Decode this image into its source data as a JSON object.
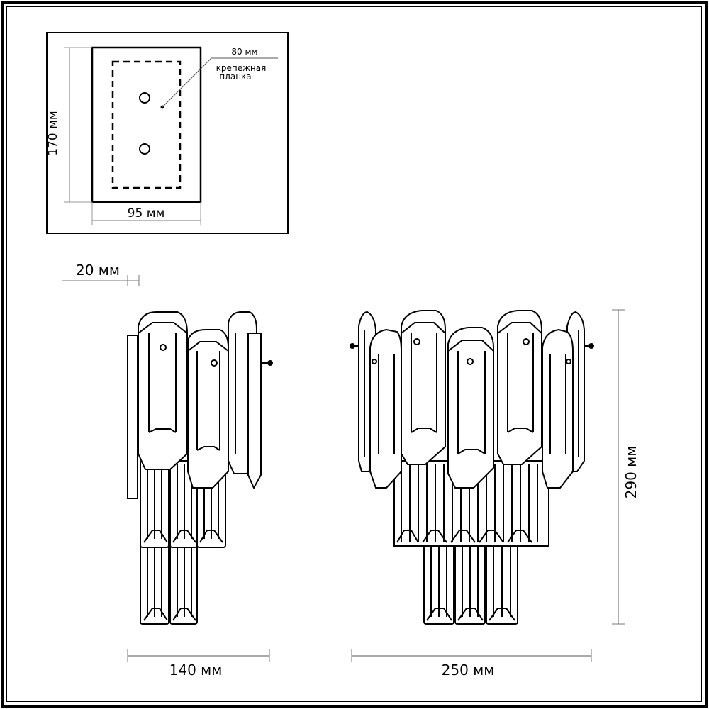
{
  "inset": {
    "plate_height": "170 мм",
    "plate_width": "95 мм",
    "hole_spacing": "80 мм",
    "bracket_label_line1": "крепежная",
    "bracket_label_line2": "планка"
  },
  "side_view": {
    "depth_label": "20 мм",
    "width_label": "140 мм"
  },
  "front_view": {
    "width_label": "250 мм",
    "height_label": "290 мм"
  }
}
